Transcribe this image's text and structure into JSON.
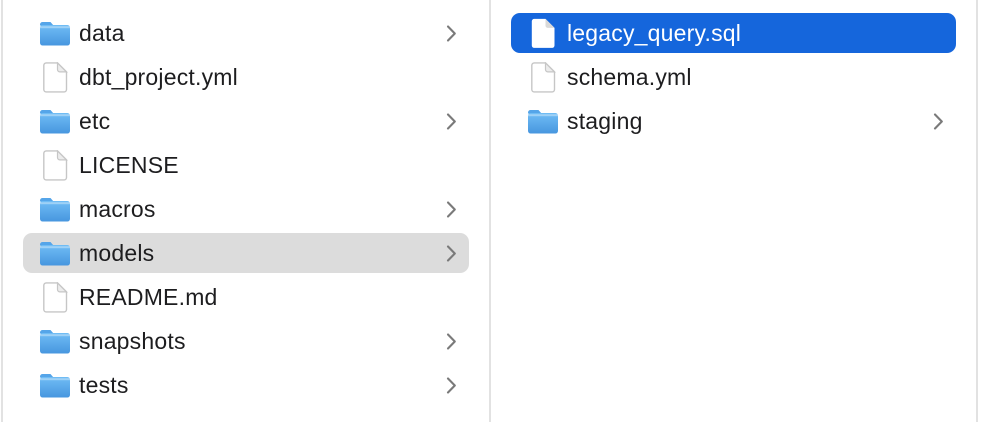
{
  "app": "finder-column-view",
  "colors": {
    "bg": "#ffffff",
    "divider": "#e2e2e2",
    "text": "#1d1d1f",
    "selected-text": "#ffffff",
    "blue-selection": "#1566dc",
    "gray-selection": "#dcdcdc",
    "chevron": "#7a7a7a",
    "folder-blue-light": "#70bdf5",
    "folder-blue-dark": "#4796df",
    "folder-tab": "#55a5e9",
    "file-border": "#c6c6c6",
    "file-fold": "#ececec"
  },
  "columns": [
    {
      "name": "left-column",
      "items": [
        {
          "label": "data",
          "type": "folder",
          "icon": "folder-icon",
          "chevron": true,
          "selected": null
        },
        {
          "label": "dbt_project.yml",
          "type": "file",
          "icon": "document-icon",
          "chevron": false,
          "selected": null
        },
        {
          "label": "etc",
          "type": "folder",
          "icon": "folder-icon",
          "chevron": true,
          "selected": null
        },
        {
          "label": "LICENSE",
          "type": "file",
          "icon": "document-icon",
          "chevron": false,
          "selected": null
        },
        {
          "label": "macros",
          "type": "folder",
          "icon": "folder-icon",
          "chevron": true,
          "selected": null
        },
        {
          "label": "models",
          "type": "folder",
          "icon": "folder-icon",
          "chevron": true,
          "selected": "secondary"
        },
        {
          "label": "README.md",
          "type": "file",
          "icon": "document-icon",
          "chevron": false,
          "selected": null
        },
        {
          "label": "snapshots",
          "type": "folder",
          "icon": "folder-icon",
          "chevron": true,
          "selected": null
        },
        {
          "label": "tests",
          "type": "folder",
          "icon": "folder-icon",
          "chevron": true,
          "selected": null
        }
      ]
    },
    {
      "name": "right-column",
      "items": [
        {
          "label": "legacy_query.sql",
          "type": "file",
          "icon": "document-icon",
          "chevron": false,
          "selected": "primary"
        },
        {
          "label": "schema.yml",
          "type": "file",
          "icon": "document-icon",
          "chevron": false,
          "selected": null
        },
        {
          "label": "staging",
          "type": "folder",
          "icon": "folder-icon",
          "chevron": true,
          "selected": null
        }
      ]
    }
  ]
}
